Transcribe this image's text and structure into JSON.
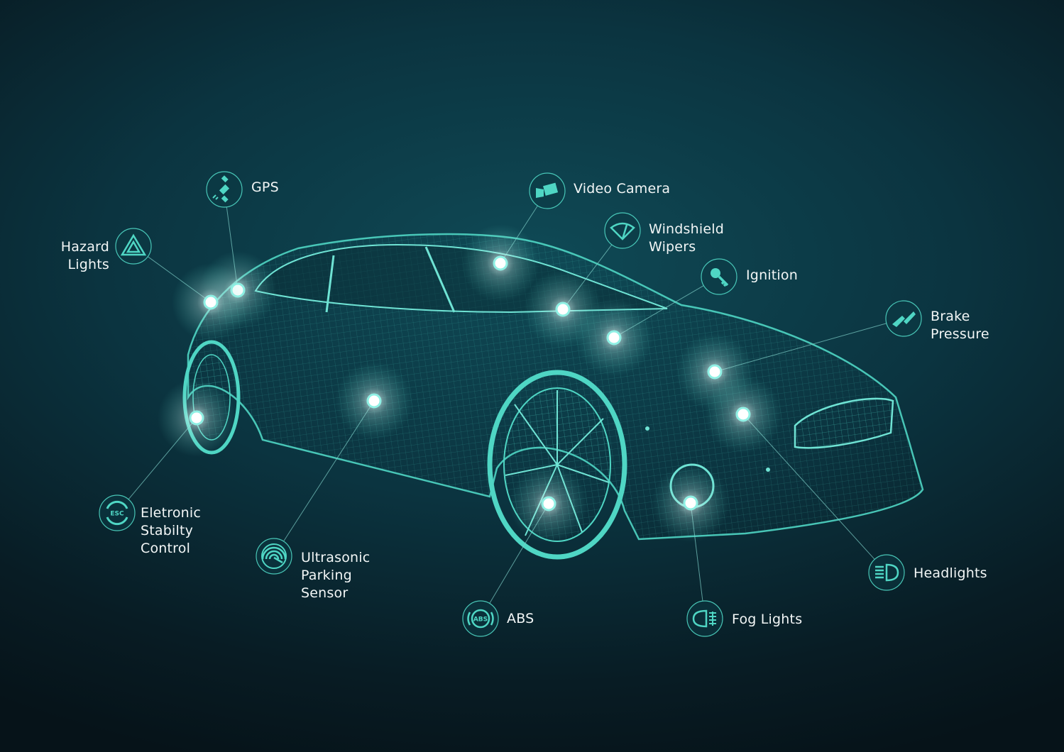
{
  "colors": {
    "accent": "#4fd6c4",
    "line": "#7fcfc8",
    "text": "#f2f6f6",
    "background": "#0b3440"
  },
  "callouts": [
    {
      "id": "gps",
      "label": "GPS",
      "icon": "satellite-icon"
    },
    {
      "id": "hazard",
      "label": "Hazard\nLights",
      "icon": "hazard-triangle-icon"
    },
    {
      "id": "video",
      "label": "Video Camera",
      "icon": "video-camera-icon"
    },
    {
      "id": "wipers",
      "label": "Windshield\nWipers",
      "icon": "windshield-wiper-icon"
    },
    {
      "id": "ignition",
      "label": "Ignition",
      "icon": "key-icon"
    },
    {
      "id": "brake",
      "label": "Brake\nPressure",
      "icon": "brake-pedal-icon"
    },
    {
      "id": "headlights",
      "label": "Headlights",
      "icon": "headlight-icon"
    },
    {
      "id": "fog",
      "label": "Fog Lights",
      "icon": "fog-light-icon"
    },
    {
      "id": "abs",
      "label": "ABS",
      "icon": "abs-icon",
      "icon_text": "ABS"
    },
    {
      "id": "parking",
      "label": "Ultrasonic\nParking\nSensor",
      "icon": "parking-sensor-icon"
    },
    {
      "id": "esc",
      "label": "Eletronic\nStabilty\nControl",
      "icon": "esc-icon",
      "icon_text": "ESC"
    }
  ]
}
